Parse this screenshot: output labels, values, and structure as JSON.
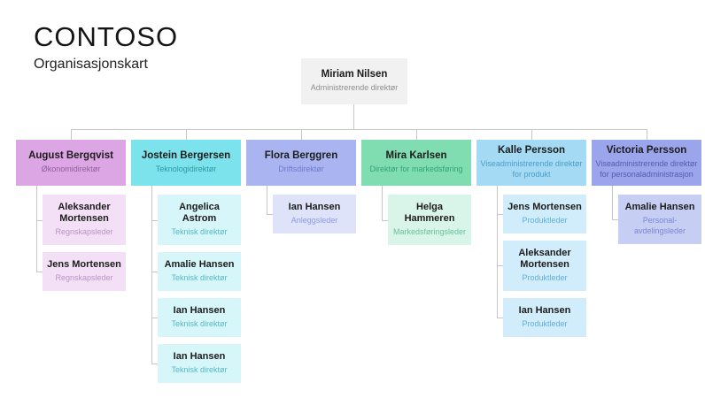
{
  "page": {
    "title": "CONTOSO",
    "subtitle": "Organisasjonskart"
  },
  "colors": {
    "connector": "#c6c6c6",
    "root": {
      "bg": "#f1f1f2",
      "role_fg": "#8e8e8e"
    },
    "columns": [
      {
        "parent_bg": "#dca6e4",
        "parent_role_fg": "#8f5f9e",
        "child_bg": "#f3e0f6",
        "child_role_fg": "#bb93c5"
      },
      {
        "parent_bg": "#7ce3ec",
        "parent_role_fg": "#2c98a6",
        "child_bg": "#d6f6f9",
        "child_role_fg": "#56b9c4"
      },
      {
        "parent_bg": "#aab4f0",
        "parent_role_fg": "#6b7bd0",
        "child_bg": "#dfe3fa",
        "child_role_fg": "#8d99e2"
      },
      {
        "parent_bg": "#80ddb2",
        "parent_role_fg": "#31a377",
        "child_bg": "#d9f5e9",
        "child_role_fg": "#67c299"
      },
      {
        "parent_bg": "#a4daf3",
        "parent_role_fg": "#4f9cc9",
        "child_bg": "#d1ecfa",
        "child_role_fg": "#61aede"
      },
      {
        "parent_bg": "#9aa5ec",
        "parent_role_fg": "#515ead",
        "child_bg": "#c6cef4",
        "child_role_fg": "#7b87d6"
      }
    ]
  },
  "org": {
    "root": {
      "name": "Miriam Nilsen",
      "role": "Administrerende direktør"
    },
    "columns": [
      {
        "parent": {
          "name": "August Bergqvist",
          "role": "Økonomidirektør"
        },
        "children": [
          {
            "name": "Aleksander Mortensen",
            "role": "Regnskapsleder"
          },
          {
            "name": "Jens Mortensen",
            "role": "Regnskapsleder"
          }
        ]
      },
      {
        "parent": {
          "name": "Jostein Bergersen",
          "role": "Teknologidirektør"
        },
        "children": [
          {
            "name": "Angelica Astrom",
            "role": "Teknisk direktør"
          },
          {
            "name": "Amalie Hansen",
            "role": "Teknisk direktør"
          },
          {
            "name": "Ian Hansen",
            "role": "Teknisk direktør"
          },
          {
            "name": "Ian Hansen",
            "role": "Teknisk direktør"
          }
        ]
      },
      {
        "parent": {
          "name": "Flora Berggren",
          "role": "Driftsdirektør"
        },
        "children": [
          {
            "name": "Ian Hansen",
            "role": "Anleggsleder"
          }
        ]
      },
      {
        "parent": {
          "name": "Mira Karlsen",
          "role": "Direktør for markedsføring"
        },
        "children": [
          {
            "name": "Helga Hammeren",
            "role": "Markedsføringsleder"
          }
        ]
      },
      {
        "parent": {
          "name": "Kalle Persson",
          "role": "Viseadministrerende direktør for produkt"
        },
        "children": [
          {
            "name": "Jens Mortensen",
            "role": "Produktleder"
          },
          {
            "name": "Aleksander Mortensen",
            "role": "Produktleder"
          },
          {
            "name": "Ian Hansen",
            "role": "Produktleder"
          }
        ]
      },
      {
        "parent": {
          "name": "Victoria Persson",
          "role": "Viseadministrerende direktør for personaladministrasjon"
        },
        "children": [
          {
            "name": "Amalie Hansen",
            "role": "Personal-avdelingsleder"
          }
        ]
      }
    ]
  }
}
